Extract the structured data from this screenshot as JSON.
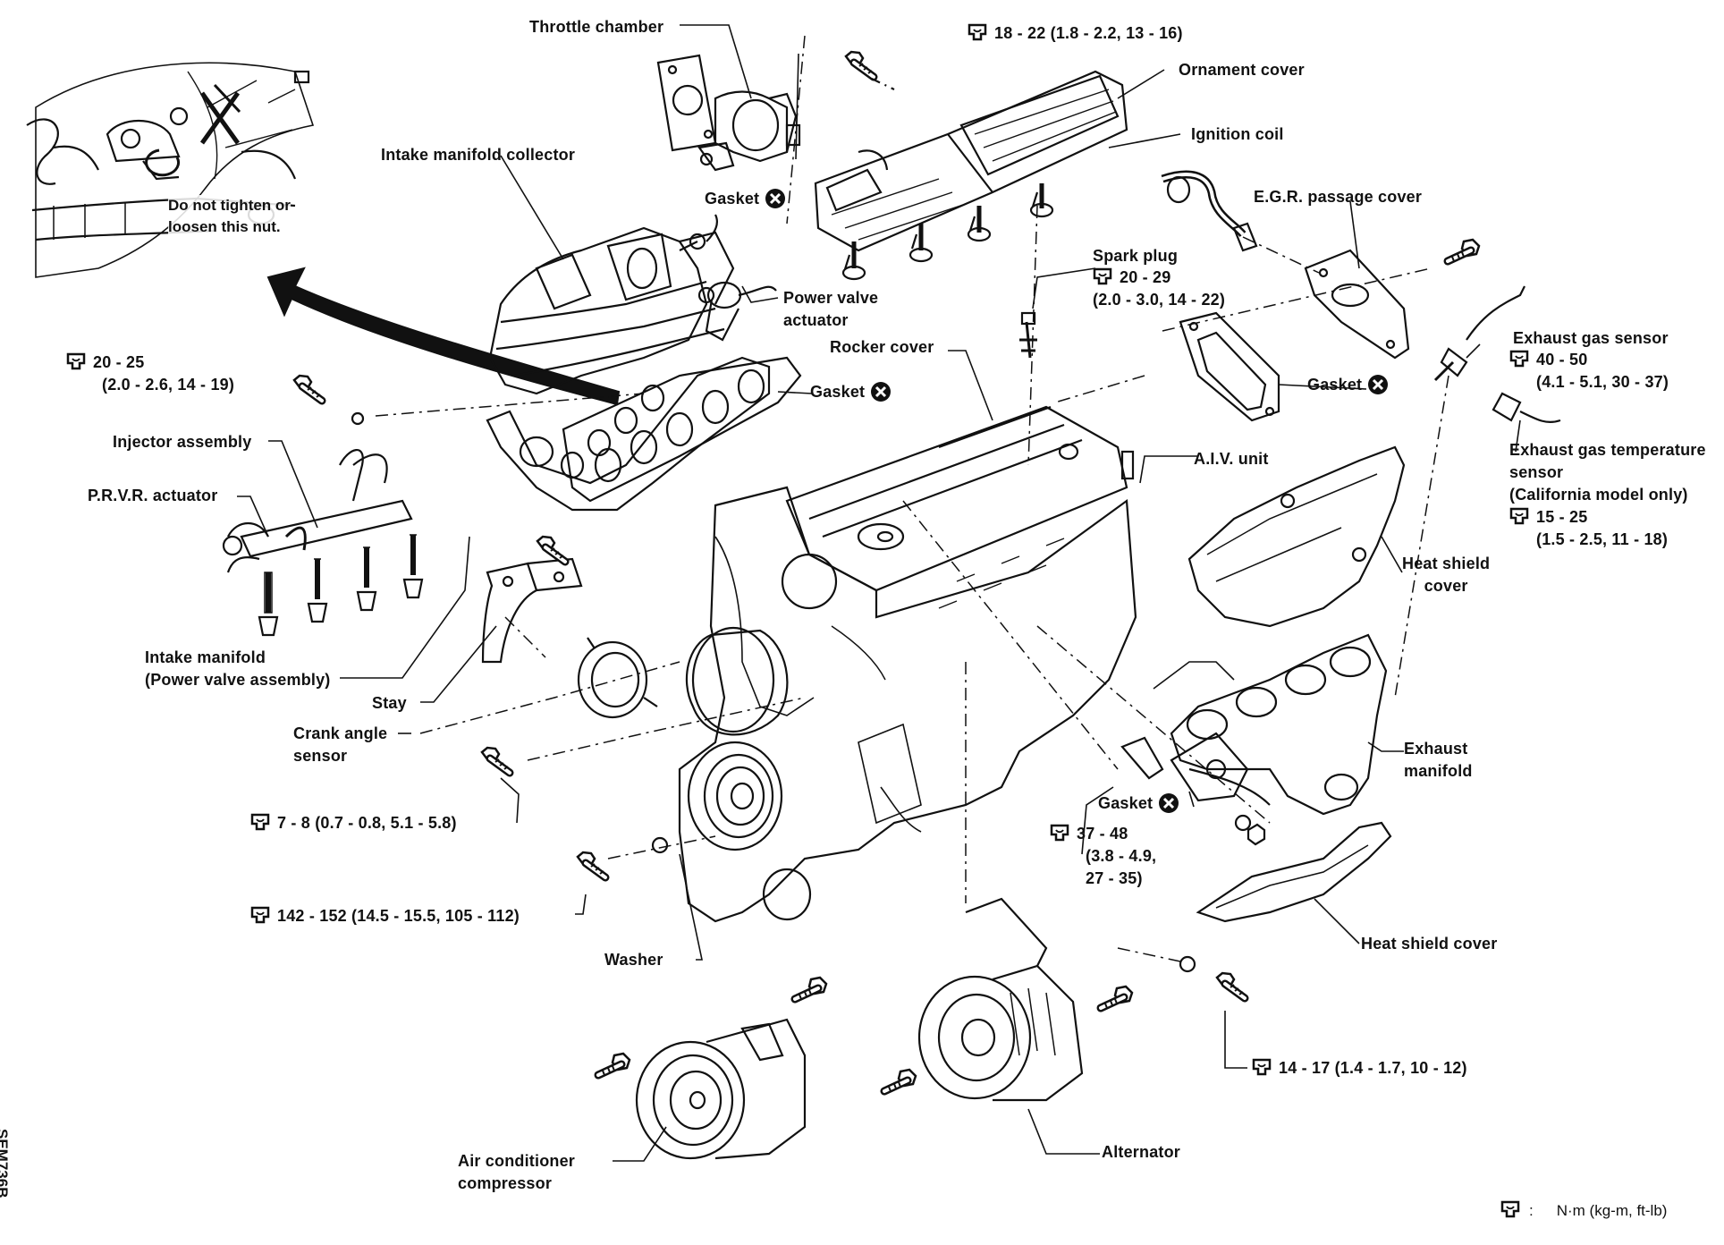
{
  "figure_code": "SEM736B",
  "legend": {
    "unit": "N·m (kg-m, ft-lb)"
  },
  "inset_note": [
    "Do not tighten or",
    "loosen this nut."
  ],
  "labels": {
    "throttle_chamber": "Throttle chamber",
    "ornament_cover": "Ornament cover",
    "ignition_coil": "Ignition coil",
    "intake_manifold_collector": "Intake manifold collector",
    "gasket_throttle": "Gasket",
    "egr_passage_cover": "E.G.R. passage cover",
    "spark_plug": "Spark plug",
    "power_valve_actuator": [
      "Power valve",
      "actuator"
    ],
    "rocker_cover": "Rocker cover",
    "gasket_intake": "Gasket",
    "gasket_egr": "Gasket",
    "exhaust_gas_sensor": "Exhaust gas sensor",
    "exhaust_gas_temperature_sensor": [
      "Exhaust gas temperature",
      "sensor",
      "(California model only)"
    ],
    "injector_assembly": "Injector assembly",
    "prvr_actuator": "P.R.V.R. actuator",
    "aiv_unit": "A.I.V. unit",
    "heat_shield_cover_upper": [
      "Heat shield",
      "cover"
    ],
    "intake_manifold": [
      "Intake manifold",
      "(Power valve assembly)"
    ],
    "stay": "Stay",
    "crank_angle_sensor": [
      "Crank angle",
      "sensor"
    ],
    "exhaust_manifold": [
      "Exhaust",
      "manifold"
    ],
    "gasket_exhaust": "Gasket",
    "heat_shield_cover_lower": "Heat shield cover",
    "washer": "Washer",
    "air_conditioner_compressor": [
      "Air conditioner",
      "compressor"
    ],
    "alternator": "Alternator"
  },
  "torques": {
    "throttle_bolt": "18 - 22 (1.8 - 2.2, 13 - 16)",
    "spark_plug": [
      "20 - 29",
      "(2.0 - 3.0, 14 - 22)"
    ],
    "intake_bolt": [
      "20 - 25",
      "(2.0 - 2.6, 14 - 19)"
    ],
    "exhaust_gas_sensor": [
      "40 - 50",
      "(4.1 - 5.1, 30 - 37)"
    ],
    "exhaust_gas_temperature_sensor": [
      "15 - 25",
      "(1.5 - 2.5, 11 - 18)"
    ],
    "crank_angle_sensor": "7 - 8 (0.7 - 0.8, 5.1 - 5.8)",
    "exhaust_manifold_nut": [
      "37 - 48",
      "(3.8 - 4.9,",
      "27 - 35)"
    ],
    "crank_pulley_bolt": "142 - 152 (14.5 - 15.5, 105 - 112)",
    "alternator_bolt": "14 - 17 (1.4 - 1.7, 10 - 12)"
  }
}
